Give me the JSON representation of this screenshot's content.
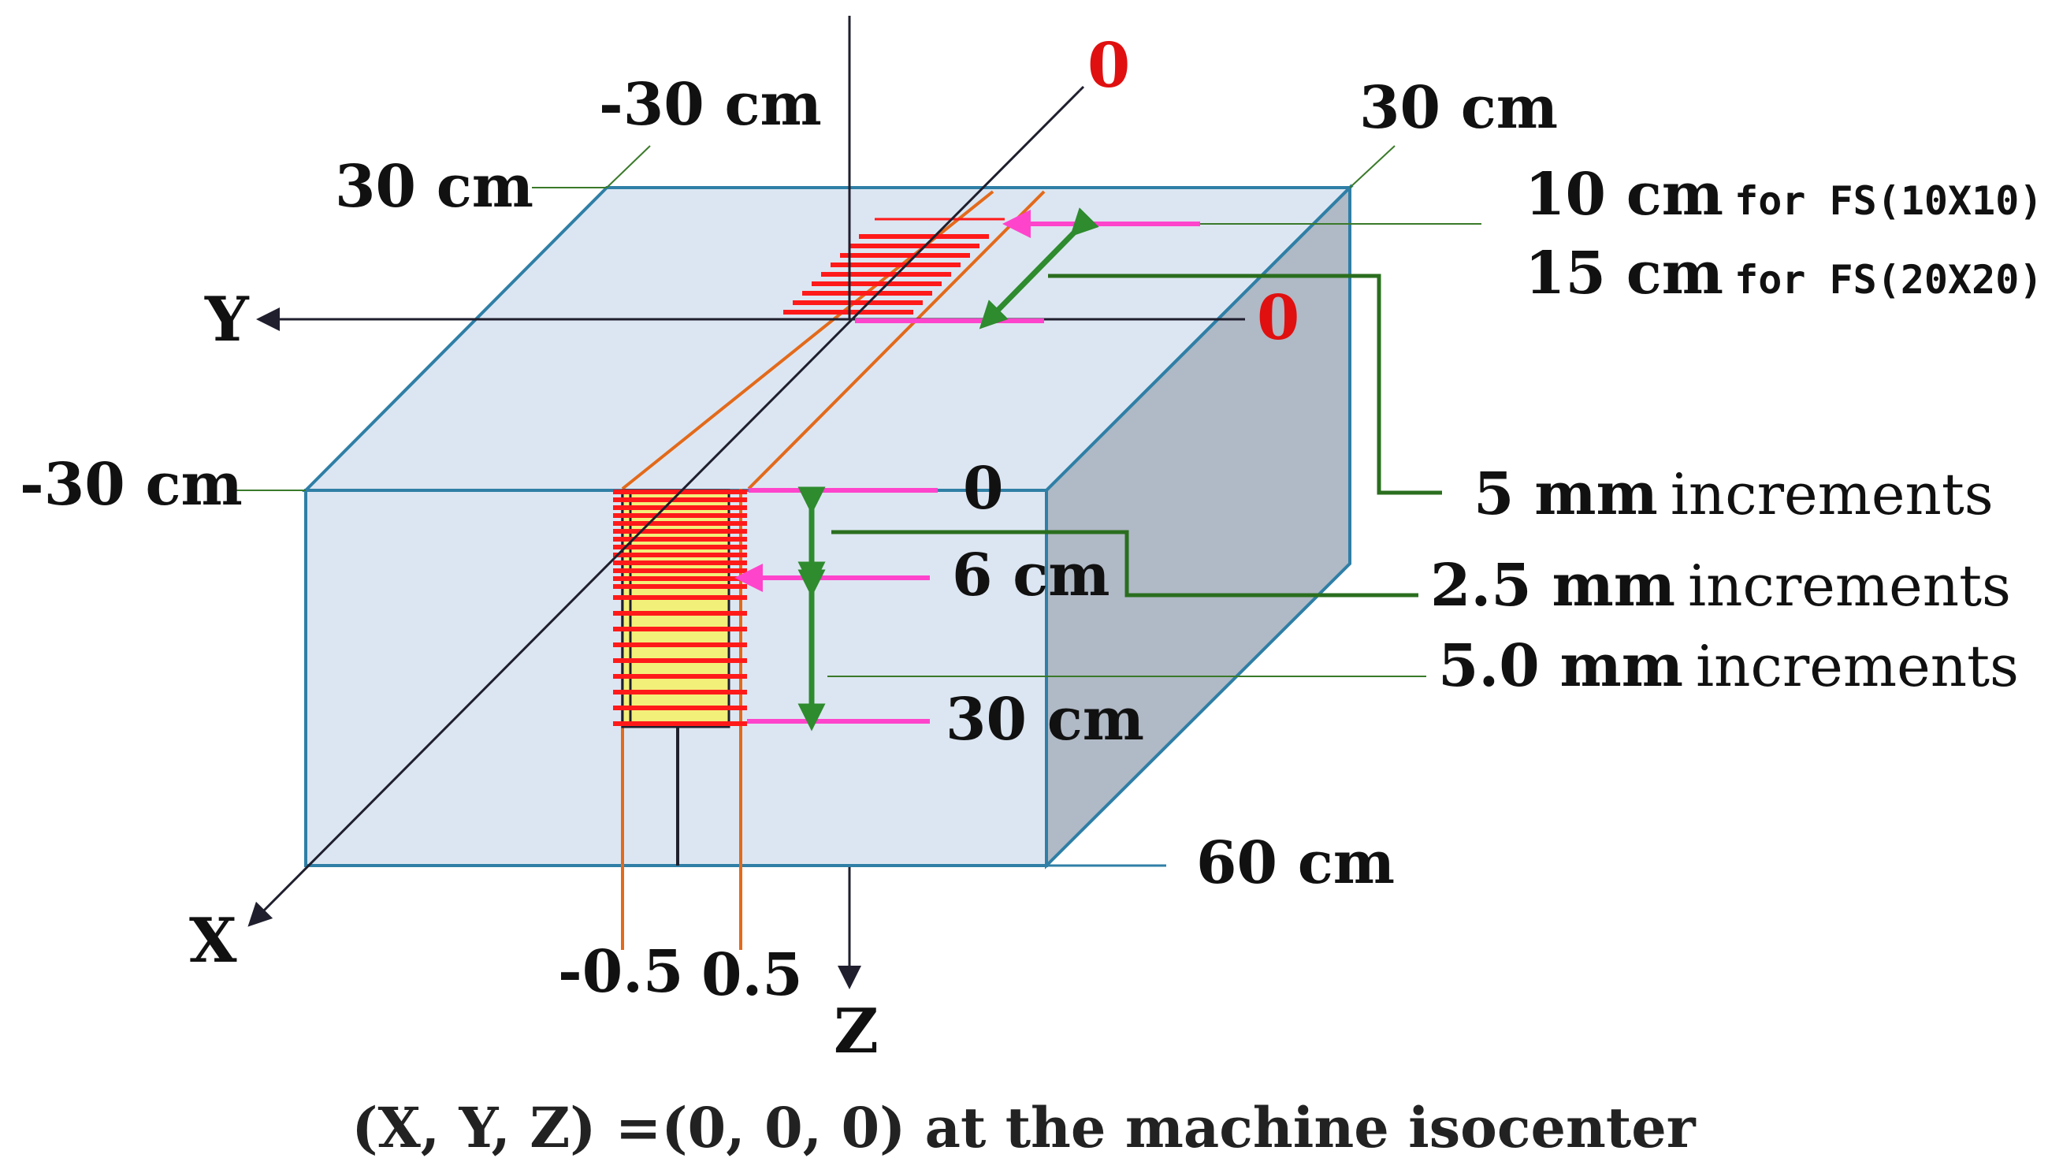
{
  "colors": {
    "box_face": "#dce6f2",
    "box_side": "#b0b9c6",
    "box_edge": "#2f7fa6",
    "axis": "#1f1f2e",
    "orange": "#e36a1a",
    "magenta": "#ff44cc",
    "green": "#2e8b2e",
    "dark_green": "#2a6e1e",
    "red": "#ff1a1a",
    "yellow": "#f3f07a"
  },
  "axes": {
    "x": "X",
    "y": "Y",
    "z": "Z"
  },
  "dims": {
    "top_left_neg30": "-30 cm",
    "top_left_30": "30 cm",
    "top_right_30": "30 cm",
    "left_neg30": "-30 cm",
    "depth_60": "60 cm"
  },
  "red_zeros": {
    "top": "0",
    "right": "0"
  },
  "depth_labels": {
    "zero": "0",
    "six": "6 cm",
    "thirty": "30 cm"
  },
  "field_sizes": [
    {
      "value": "10 cm",
      "suffix": "for FS(10X10)"
    },
    {
      "value": "15 cm",
      "suffix": "for FS(20X20)"
    }
  ],
  "increments": [
    {
      "value": "5 mm",
      "suffix": "increments"
    },
    {
      "value": "2.5 mm",
      "suffix": "increments"
    },
    {
      "value": "5.0 mm",
      "suffix": "increments"
    }
  ],
  "x_ticks": {
    "neg": "-0.5",
    "pos": "0.5"
  },
  "caption": "(X, Y, Z) =(0, 0, 0) at the machine isocenter"
}
